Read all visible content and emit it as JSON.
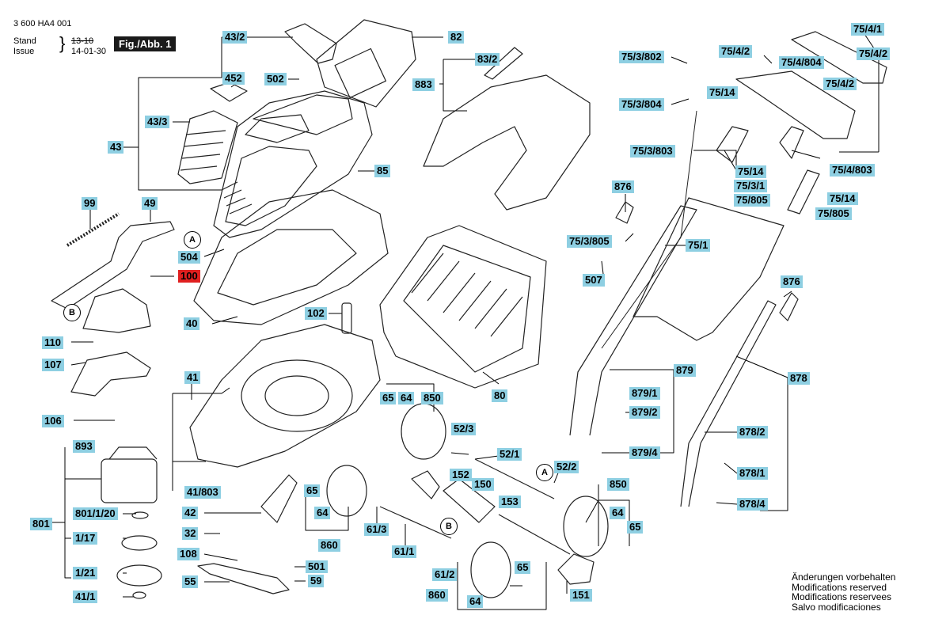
{
  "header": {
    "doc_number": "3 600 HA4 001",
    "stand_label": "Stand",
    "stand_value": "13-10",
    "issue_label": "Issue",
    "issue_value": "14-01-30",
    "figure_label": "Fig./Abb. 1"
  },
  "footer_notes": [
    "Änderungen vorbehalten",
    "Modifications reserved",
    "Modifications reservees",
    "Salvo modificaciones"
  ],
  "reference_markers": [
    "A",
    "B",
    "A",
    "B"
  ],
  "highlight_color": "#e02020",
  "label_color": "#8ecfe2",
  "part_labels": [
    "43/2",
    "82",
    "452",
    "502",
    "83/2",
    "883",
    "43/3",
    "43",
    "85",
    "99",
    "49",
    "504",
    "100",
    "40",
    "102",
    "110",
    "107",
    "41",
    "65",
    "64",
    "850",
    "80",
    "106",
    "893",
    "41/803",
    "42",
    "801/1/20",
    "801",
    "1/17",
    "32",
    "108",
    "1/21",
    "41/1",
    "55",
    "501",
    "59",
    "65",
    "64",
    "860",
    "61/3",
    "61/1",
    "152",
    "150",
    "153",
    "52/3",
    "52/1",
    "52/2",
    "850",
    "64",
    "65",
    "61/2",
    "65",
    "860",
    "64",
    "151",
    "75/4/1",
    "75/4/2",
    "75/3/802",
    "75/4/2",
    "75/4/804",
    "75/4/2",
    "75/3/804",
    "75/14",
    "75/3/803",
    "75/14",
    "75/3/1",
    "75/805",
    "75/4/803",
    "876",
    "75/14",
    "75/805",
    "75/3/805",
    "75/1",
    "507",
    "876",
    "879",
    "878",
    "879/1",
    "879/2",
    "879/4",
    "878/2",
    "878/1",
    "878/4"
  ]
}
